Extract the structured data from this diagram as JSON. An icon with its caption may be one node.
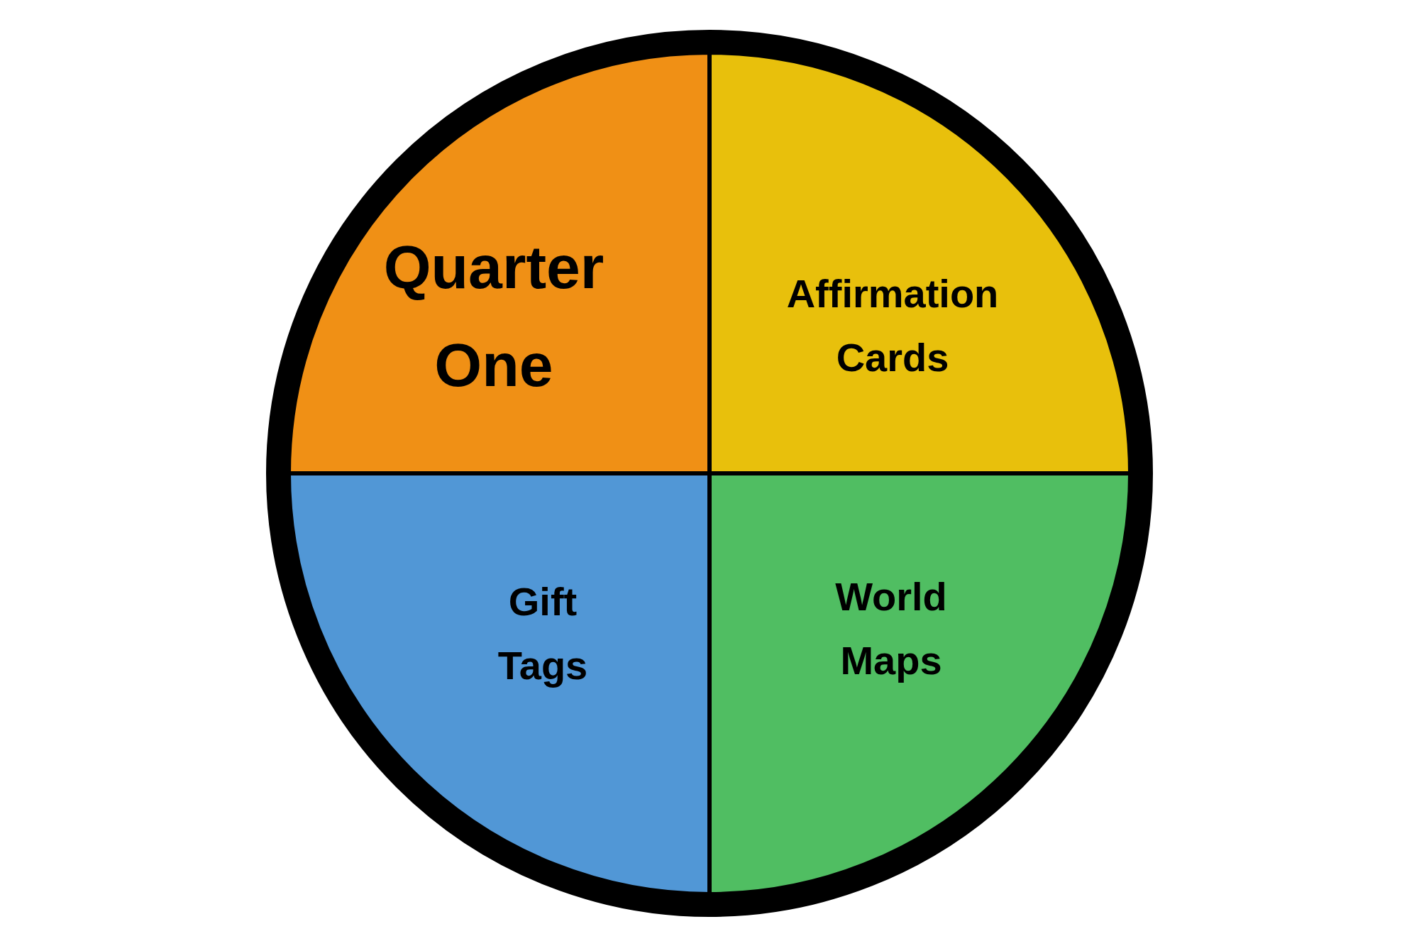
{
  "diagram": {
    "nodes": [
      {
        "text": [],
        "shape": "circle"
      },
      {
        "text": [
          "Quarter One"
        ],
        "in": 0
      },
      {
        "text": [
          "Affirmation Cards"
        ],
        "in": 0
      },
      {
        "text": [
          "Gift Tags"
        ],
        "in": 0
      },
      {
        "text": [
          "World Maps"
        ],
        "in": 0
      }
    ],
    "edges": []
  }
}
